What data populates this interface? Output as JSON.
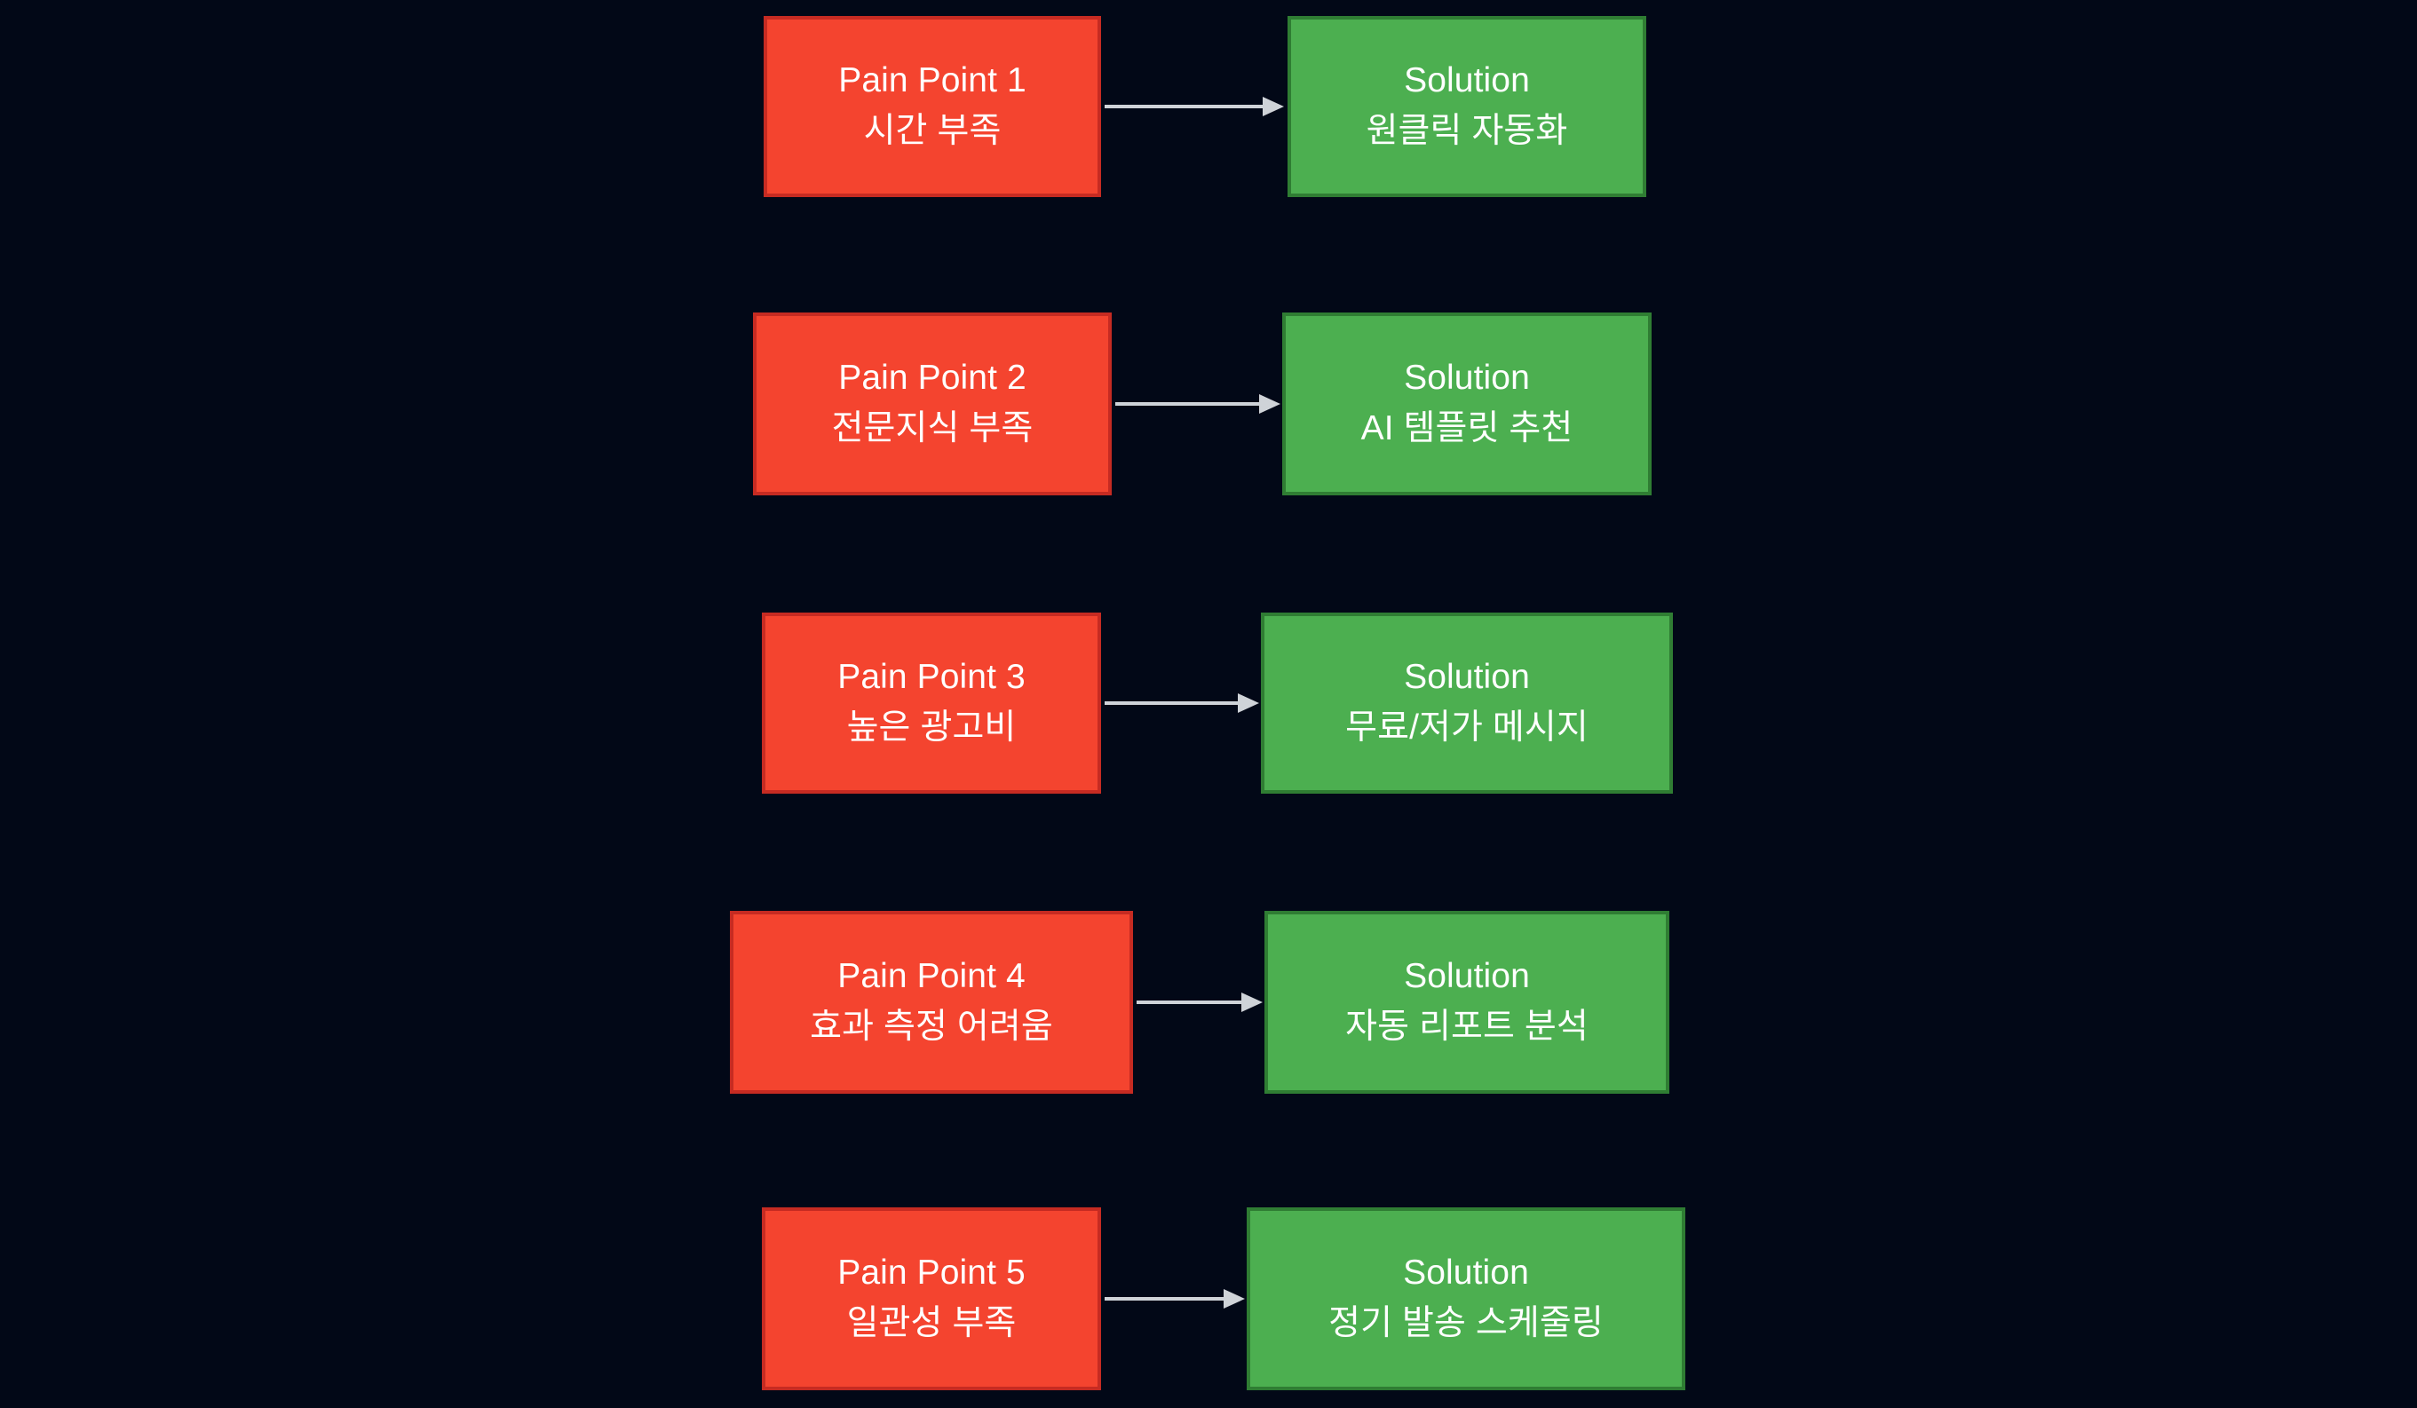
{
  "diagram": {
    "type": "flow",
    "background_color": "#020817",
    "orientation": "left-to-right",
    "arrow_color": "#cfd3d8",
    "pain_box_color": "#f4442f",
    "pain_border_color": "#c62b22",
    "solution_box_color": "#4caf50",
    "solution_border_color": "#2f7d33",
    "text_color": "#ffffff",
    "rows": [
      {
        "id": "row-1",
        "pain": {
          "title": "Pain Point 1",
          "detail": "시간 부족"
        },
        "solution": {
          "title": "Solution",
          "detail": "원클릭 자동화"
        },
        "arrow": "arrow-right"
      },
      {
        "id": "row-2",
        "pain": {
          "title": "Pain Point 2",
          "detail": "전문지식 부족"
        },
        "solution": {
          "title": "Solution",
          "detail": "AI 템플릿 추천"
        },
        "arrow": "arrow-right"
      },
      {
        "id": "row-3",
        "pain": {
          "title": "Pain Point 3",
          "detail": "높은 광고비"
        },
        "solution": {
          "title": "Solution",
          "detail": "무료/저가 메시지"
        },
        "arrow": "arrow-right"
      },
      {
        "id": "row-4",
        "pain": {
          "title": "Pain Point 4",
          "detail": "효과 측정 어려움"
        },
        "solution": {
          "title": "Solution",
          "detail": "자동 리포트 분석"
        },
        "arrow": "arrow-right"
      },
      {
        "id": "row-5",
        "pain": {
          "title": "Pain Point 5",
          "detail": "일관성 부족"
        },
        "solution": {
          "title": "Solution",
          "detail": "정기 발송 스케줄링"
        },
        "arrow": "arrow-right"
      }
    ]
  }
}
